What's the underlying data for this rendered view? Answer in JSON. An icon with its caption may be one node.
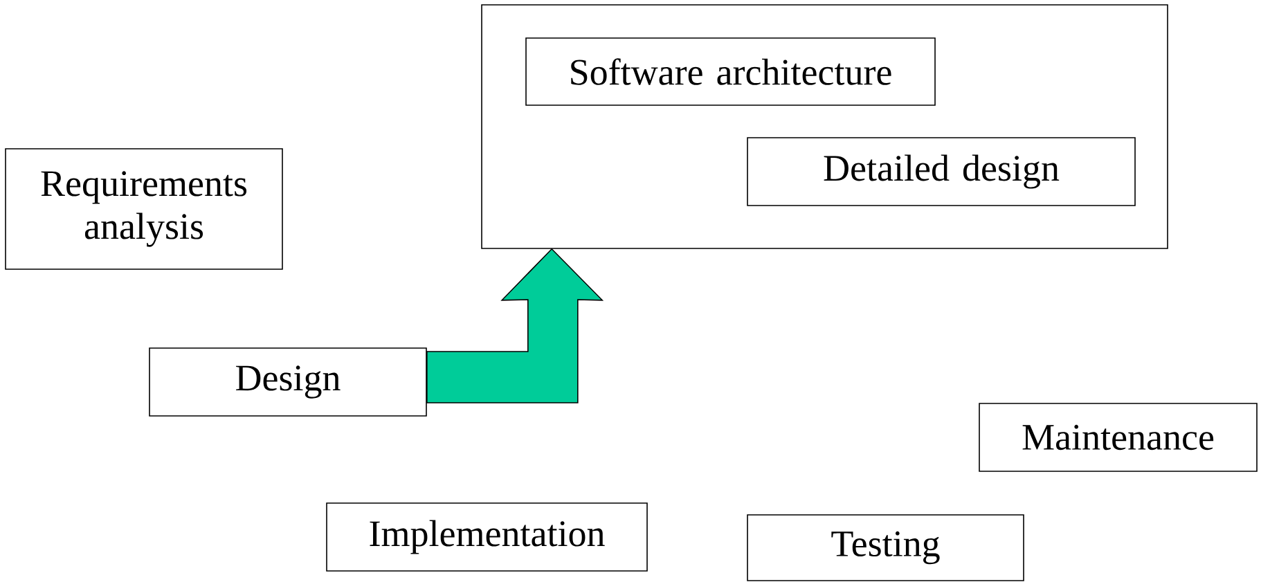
{
  "diagram": {
    "nodes": [
      {
        "text": [],
        "shape": "box"
      },
      {
        "text": [
          "Software architecture"
        ],
        "in": 0
      },
      {
        "text": [
          "Detailed design"
        ],
        "in": 0
      },
      {
        "text": [
          "Requirements analysis"
        ]
      },
      {
        "text": [
          "Design"
        ]
      },
      {
        "text": [
          "Maintenance"
        ]
      },
      {
        "text": [
          "Implementation"
        ]
      },
      {
        "text": [
          "Testing"
        ]
      }
    ],
    "edges": [
      {
        "from": 4,
        "to": 0,
        "arrow": "to",
        "style": "thick",
        "color": "#00cc99"
      }
    ]
  }
}
